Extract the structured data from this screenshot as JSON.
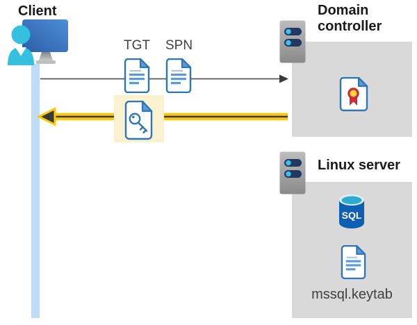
{
  "labels": {
    "client": "Client",
    "tgt": "TGT",
    "spn": "SPN",
    "domain_controller": "Domain controller",
    "linux_server": "Linux server",
    "sql": "SQL",
    "keytab_file": "mssql.keytab"
  },
  "icons": {
    "client": "client-user-workstation-icon",
    "domain_controller": "server-icon",
    "linux_server": "server-icon",
    "tgt": "document-icon",
    "spn": "document-icon",
    "service_ticket": "key-document-icon",
    "certificate": "certificate-icon",
    "database": "sql-database-icon",
    "keytab": "document-icon",
    "request_arrow": "arrow-right-icon",
    "response_arrow": "arrow-left-icon"
  },
  "colors": {
    "accent_yellow": "#FFC907",
    "highlight_yellow": "#FAF2CF",
    "arrow_dark": "#3A3A3A",
    "request_line_gray": "#595959",
    "box_gray": "#D9D9D9",
    "bar_blue": "#BFDBF7",
    "icon_blue": "#2E75B6",
    "icon_blue_light": "#5B9BD5",
    "person_teal": "#35C0E0",
    "monitor_blue": "#3B76C0",
    "server_navy": "#1F3864",
    "server_dot_blue": "#41BEE8",
    "sql_blue": "#0E5FB2",
    "sql_teal": "#2FA9CC",
    "cert_red": "#CE2B37",
    "cert_gold": "#FFD23B",
    "title_text": "#1A1A1A",
    "label_text": "#404040"
  }
}
